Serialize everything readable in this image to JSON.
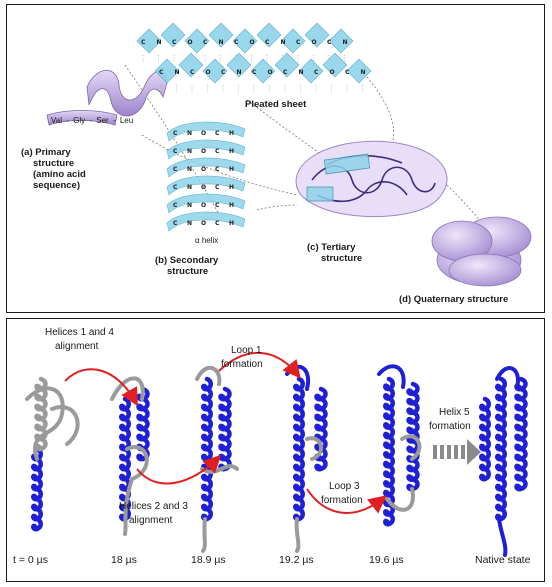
{
  "top_panel": {
    "primary_sequence": [
      "Val",
      "Gly",
      "Ser",
      "Leu"
    ],
    "primary_label": [
      "(a) Primary",
      "structure",
      "(amino acid",
      "sequence)"
    ],
    "pleated_sheet_label": "Pleated sheet",
    "alpha_helix_label": "α helix",
    "secondary_label": [
      "(b) Secondary",
      "structure"
    ],
    "tertiary_label": [
      "(c) Tertiary",
      "structure"
    ],
    "quaternary_label": "(d) Quaternary structure",
    "colors": {
      "helix": "#c7b4e6",
      "sheet": "#8fd3ea",
      "quaternary": "#c9b6ea"
    }
  },
  "bottom_panel": {
    "events": {
      "helices_1_4": [
        "Helices 1 and 4",
        "alignment"
      ],
      "loop_1": [
        "Loop 1",
        "formation"
      ],
      "helices_2_3": [
        "Helices 2 and 3",
        "alignment"
      ],
      "loop_3": [
        "Loop 3",
        "formation"
      ],
      "helix_5": [
        "Helix 5",
        "formation"
      ]
    },
    "timeline": [
      "t = 0 µs",
      "18 µs",
      "18.9 µs",
      "19.2 µs",
      "19.6 µs",
      "Native state"
    ],
    "colors": {
      "folded": "#1f1fd6",
      "unfolded": "#9a9a9a",
      "arrow": "#e02020"
    }
  }
}
